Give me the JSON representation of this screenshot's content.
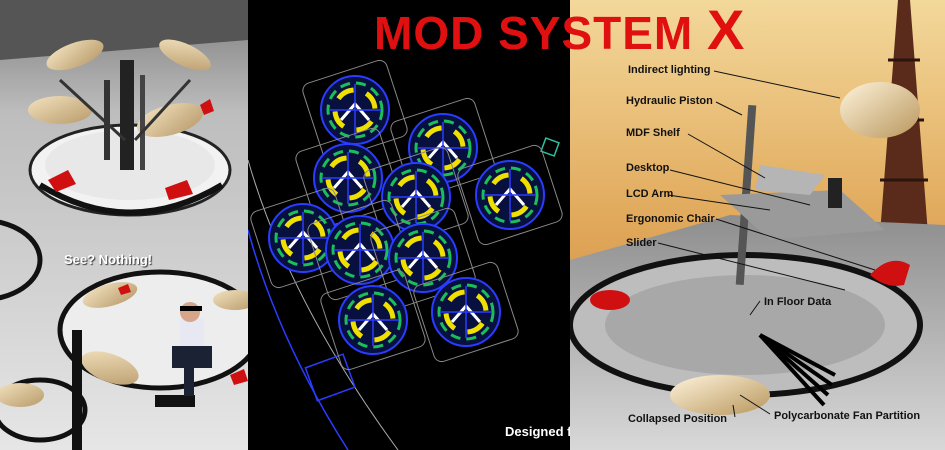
{
  "title": {
    "main": "MOD SYSTEM",
    "suffix": "X"
  },
  "left_panel": {
    "caption": "See? Nothing!"
  },
  "middle_panel": {
    "caption": "Designed for Foster's Millenium Tower, Tokyo"
  },
  "right_panel": {
    "labels": {
      "indirect_lighting": "Indirect lighting",
      "hydraulic_piston": "Hydraulic Piston",
      "mdf_shelf": "MDF Shelf",
      "desktop": "Desktop",
      "lcd_arm": "LCD Arm",
      "ergonomic_chair": "Ergonomic Chair",
      "slider": "Slider",
      "in_floor_data": "In Floor Data",
      "collapsed_position": "Collapsed Position",
      "polycarbonate_fan_partition": "Polycarbonate Fan Partition"
    }
  },
  "colors": {
    "title_red": "#e01010",
    "blueprint_blue": "#2a3cff",
    "blueprint_yellow": "#f0e000",
    "chair_red": "#d01010"
  }
}
